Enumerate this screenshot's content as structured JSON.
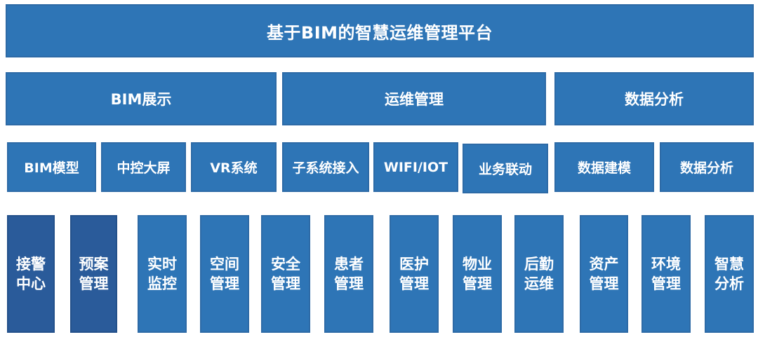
{
  "platform": {
    "title": "基于BIM的智慧运维管理平台"
  },
  "categories": [
    {
      "label": "BIM展示"
    },
    {
      "label": "运维管理"
    },
    {
      "label": "数据分析"
    }
  ],
  "subsystems": [
    {
      "label": "BIM模型"
    },
    {
      "label": "中控大屏"
    },
    {
      "label": "VR系统"
    },
    {
      "label": "子系统接入"
    },
    {
      "label": "WIFI/IOT"
    },
    {
      "label": "业务联动"
    },
    {
      "label": "数据建模"
    },
    {
      "label": "数据分析"
    }
  ],
  "modules": [
    {
      "line1": "接警",
      "line2": "中心"
    },
    {
      "line1": "预案",
      "line2": "管理"
    },
    {
      "line1": "实时",
      "line2": "监控"
    },
    {
      "line1": "空间",
      "line2": "管理"
    },
    {
      "line1": "安全",
      "line2": "管理"
    },
    {
      "line1": "患者",
      "line2": "管理"
    },
    {
      "line1": "医护",
      "line2": "管理"
    },
    {
      "line1": "物业",
      "line2": "管理"
    },
    {
      "line1": "后勤",
      "line2": "运维"
    },
    {
      "line1": "资产",
      "line2": "管理"
    },
    {
      "line1": "环境",
      "line2": "管理"
    },
    {
      "line1": "智慧",
      "line2": "分析"
    }
  ],
  "colors": {
    "box_fill": "#2e75b6",
    "box_fill_dark": "#2a5b9a",
    "text": "#ffffff"
  }
}
